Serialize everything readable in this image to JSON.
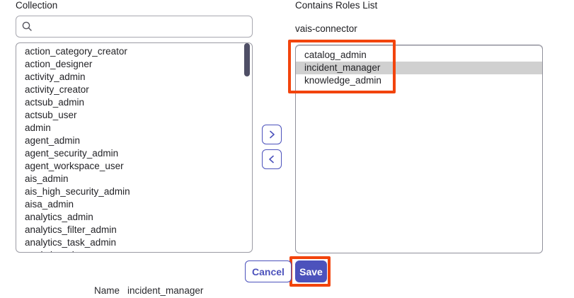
{
  "left_panel": {
    "label": "Collection",
    "search": {
      "placeholder": "",
      "value": "",
      "icon": "search-icon"
    },
    "items": [
      "action_category_creator",
      "action_designer",
      "activity_admin",
      "activity_creator",
      "actsub_admin",
      "actsub_user",
      "admin",
      "agent_admin",
      "agent_security_admin",
      "agent_workspace_user",
      "ais_admin",
      "ais_high_security_admin",
      "aisa_admin",
      "analytics_admin",
      "analytics_filter_admin",
      "analytics_task_admin",
      "analytics_viewer"
    ]
  },
  "transfer": {
    "add_icon": "chevron-right-icon",
    "remove_icon": "chevron-left-icon"
  },
  "right_panel": {
    "label": "Contains Roles List",
    "group_name": "vais-connector",
    "items": [
      "catalog_admin",
      "incident_manager",
      "knowledge_admin"
    ],
    "selected_item": "incident_manager"
  },
  "footer": {
    "cancel_label": "Cancel",
    "save_label": "Save"
  },
  "name_row": {
    "label": "Name",
    "value": "incident_manager"
  },
  "colors": {
    "accent": "#4c52bc",
    "annotation": "#f2440d",
    "selected_highlight": "#d0d0d0",
    "scrollbar_thumb": "#4f4f66"
  }
}
